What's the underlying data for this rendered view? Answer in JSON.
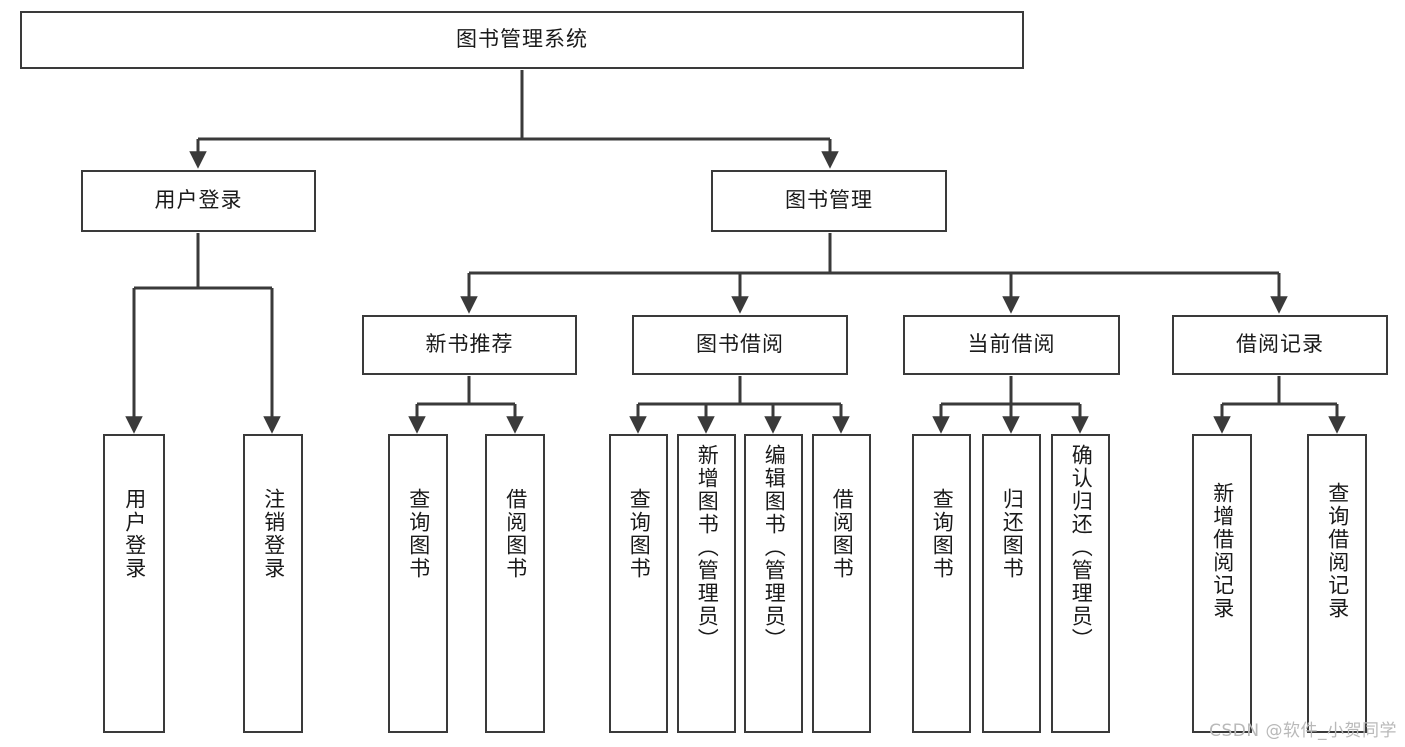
{
  "diagram": {
    "title": "图书管理系统",
    "type": "tree",
    "watermark": "CSDN @软件_小贺同学",
    "colors": {
      "border": "#3a3a3a",
      "background": "#ffffff",
      "text": "#1a1a1a",
      "edge": "#3a3a3a",
      "watermark": "#b9b9b9"
    },
    "root": {
      "label": "图书管理系统"
    },
    "level1": [
      {
        "label": "用户登录"
      },
      {
        "label": "图书管理"
      }
    ],
    "level2": [
      {
        "label": "新书推荐"
      },
      {
        "label": "图书借阅"
      },
      {
        "label": "当前借阅"
      },
      {
        "label": "借阅记录"
      }
    ],
    "leaves": {
      "user_login": [
        {
          "label": "用户登录"
        },
        {
          "label": "注销登录"
        }
      ],
      "new_book_recommend": [
        {
          "label": "查询图书"
        },
        {
          "label": "借阅图书"
        }
      ],
      "book_borrow": [
        {
          "label": "查询图书"
        },
        {
          "label": "新增图书（管理员）"
        },
        {
          "label": "编辑图书（管理员）"
        },
        {
          "label": "借阅图书"
        }
      ],
      "current_borrow": [
        {
          "label": "查询图书"
        },
        {
          "label": "归还图书"
        },
        {
          "label": "确认归还（管理员）"
        }
      ],
      "borrow_records": [
        {
          "label": "新增借阅记录"
        },
        {
          "label": "查询借阅记录"
        }
      ]
    }
  }
}
